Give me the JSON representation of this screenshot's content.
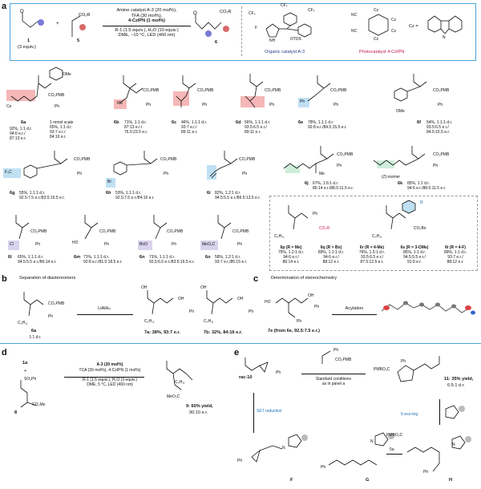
{
  "panel_a": {
    "letter": "a",
    "aldehyde": {
      "id": "1",
      "equiv": "(3 equiv.)"
    },
    "acrylate": {
      "id": "5",
      "ester": "CO₂R"
    },
    "conditions": {
      "line1": "Amine catalyst A-3 (20 mol%),",
      "line2": "TFA (30 mol%),",
      "line3": "4-CzIPN (1 mol%)",
      "line4": "R-1 (1.5 equiv.), H₂O (10 equiv.)",
      "line5": "DME, −10 °C, LED (460 nm)"
    },
    "product": {
      "id": "6",
      "ester": "CO₂R"
    },
    "organo": {
      "label": "Organic catalyst A-3",
      "otds": "OTDS",
      "cf3": "CF₃",
      "f": "F",
      "h": "H",
      "n": "N"
    },
    "photo": {
      "label": "Photocatalyst 4-CzIPN",
      "cz": "Cz",
      "cn": "NC",
      "cz_def": "Cz ="
    },
    "compounds": [
      {
        "id": "6a",
        "stats": [
          "92%, 1:1 d.r.",
          "94:6 e.r./",
          "87:13 e.r."
        ],
        "scale": [
          "1 mmol scale",
          "65%, 1:1 d.r.",
          "93:7 e.r./",
          "84:16 e.r."
        ],
        "sub": "C₅H₁₁"
      },
      {
        "id": "6b",
        "stats": [
          "71%, 1:1 d.r.",
          "87:13 e.r./",
          "76.5:23.5 e.r."
        ]
      },
      {
        "id": "6c",
        "stats": [
          "46%, 1.1:1 d.r.",
          "93:7 e.r./",
          "89:11 e.r."
        ]
      },
      {
        "id": "6d",
        "stats": [
          "56%, 1.1:1 d.r.",
          "93.5:6.5 e.r./",
          "89:11 e.r."
        ]
      },
      {
        "id": "6e",
        "stats": [
          "78%, 1.1:1 d.r.",
          "92:8 e.r./84.5:15.5 e.r."
        ]
      },
      {
        "id": "6f",
        "stats": [
          "54%, 1.1:1 d.r.",
          "93.5:6.5 e.r./",
          "84.5:15.5 e.r."
        ]
      },
      {
        "id": "6g",
        "stats": [
          "55%, 1.1:1 d.r.",
          "92.5:7.5 e.r./83.5:16.5 e.r."
        ]
      },
      {
        "id": "6h",
        "stats": [
          "53%, 1.1:1 d.r.",
          "92.5:7.5 e.r./84:16 e.r."
        ]
      },
      {
        "id": "6i",
        "stats": [
          "82%, 1.2:1 d.r.",
          "94.5:5.5 e.r./86.5:13.5 e.r."
        ]
      },
      {
        "id": "6j",
        "stats": [
          "67%, 1.6:1 d.r.",
          "86:14 e.r./88.5:11.5 e.r."
        ]
      },
      {
        "id": "6k",
        "stats": [
          "85%, 1:1 d.r.",
          "94:6 e.r./88.5:11.5 e.r."
        ],
        "note": "(Z)-isomer"
      },
      {
        "id": "6l",
        "stats": [
          "65%, 1.1:1 d.r.",
          "94.5:5.5 e.r./86:14 e.r."
        ]
      },
      {
        "id": "6m",
        "stats": [
          "71%, 1.1:1 d.r.",
          "92:8 e.r./81.5:18.5 e.r."
        ]
      },
      {
        "id": "6n",
        "stats": [
          "71%, 1.1:1 d.r.",
          "93.5:6.5 e.r./83.5:16.5 e.r."
        ]
      },
      {
        "id": "6o",
        "stats": [
          "58%, 1.2:1 d.r.",
          "93:7 e.r./85:15 e.r."
        ]
      }
    ],
    "boxed": [
      {
        "id": "6p (R = Me)",
        "stats": [
          "75%, 1.2:1 d.r.",
          "94:6 e.r./",
          "86:14 e.r."
        ]
      },
      {
        "id": "6q (R = Bn)",
        "stats": [
          "89%, 1.1:1 d.r.",
          "94:6 e.r./",
          "88:12 e.r."
        ]
      },
      {
        "id": "6r (R = 4-Me)",
        "stats": [
          "76%, 1.5:1 d.r.",
          "93.5:6.5 e.r./",
          "87.5:12.5 e.r."
        ]
      },
      {
        "id": "6s (R = 3-OMe)",
        "stats": [
          "85%, 1:1 d.r.",
          "94.5:5.5 e.r./",
          "91:9 e.r."
        ]
      },
      {
        "id": "6t (R = 4-F)",
        "stats": [
          "89%, 1:1 d.r.",
          "93:7 e.r./",
          "88:12 e.r."
        ]
      }
    ],
    "labels": {
      "co2pmb": "CO₂PMB",
      "ph": "Ph",
      "ome": "OMe",
      "me": "Me",
      "br": "Br",
      "cl": "Cl",
      "ho": "HO",
      "bno": "BnO",
      "meo2c": "MeO₂C",
      "f3c": "F₃C",
      "c5h11": "C₅H₁₁",
      "co2bn": "CO₂Bn",
      "co2r": "CO₂R",
      "r": "R"
    }
  },
  "panel_b": {
    "letter": "b",
    "title": "Separation of diastereomers",
    "reagent": "LiAlH₄",
    "start": {
      "id": "6a",
      "dr": "1:1 d.r."
    },
    "p1": "7a: 38%, 93:7 e.r.",
    "p2": "7b: 32%, 84:16 e.r.",
    "labels": {
      "oh": "OH",
      "co2pmb": "CO₂PMB",
      "ph": "Ph",
      "c5h11": "C₅H₁₁"
    }
  },
  "panel_c": {
    "letter": "c",
    "title": "Determination of stereochemistry",
    "reagent": "Acylation",
    "compound": "7e (from 6e, 92.5:7.5 e.r.)",
    "labels": {
      "ho": "HO",
      "oh": "OH",
      "ph": "Ph"
    }
  },
  "panel_d": {
    "letter": "d",
    "reactant1": "1a",
    "plus": "+",
    "reactant2": "8",
    "so2ph": "SO₂Ph",
    "co2me": "CO₂Me",
    "conditions": [
      "A-3 (20 mol%)",
      "TCA (30 mol%), 4-CzIPN (1 mol%)",
      "R-1 (1.5 equiv.), H₂O (3 equiv.)",
      "DME, 5 °C, LED (460 nm)"
    ],
    "product": {
      "id": "9",
      "yield": "9: 60% yield,",
      "er": "90:10 e.r.",
      "meo2c": "MeO₂C",
      "c5h11": "C₅H₁₁"
    }
  },
  "panel_e": {
    "letter": "e",
    "start": "rac-10",
    "co2pmb": "CO₂PMB",
    "ph": "Ph",
    "conditions": [
      "Standard conditions",
      "as in panel a"
    ],
    "product": {
      "text1": "11: 35% yield,",
      "text2": "6.5:1 d.r.",
      "pmbo2c": "PMBO₂C"
    },
    "set": "SET reduction",
    "exotrig": "5-exo-trig",
    "add": "5a",
    "labels": {
      "F": "F",
      "G": "G",
      "H": "H",
      "N": "N",
      "Ph": "Ph"
    }
  }
}
